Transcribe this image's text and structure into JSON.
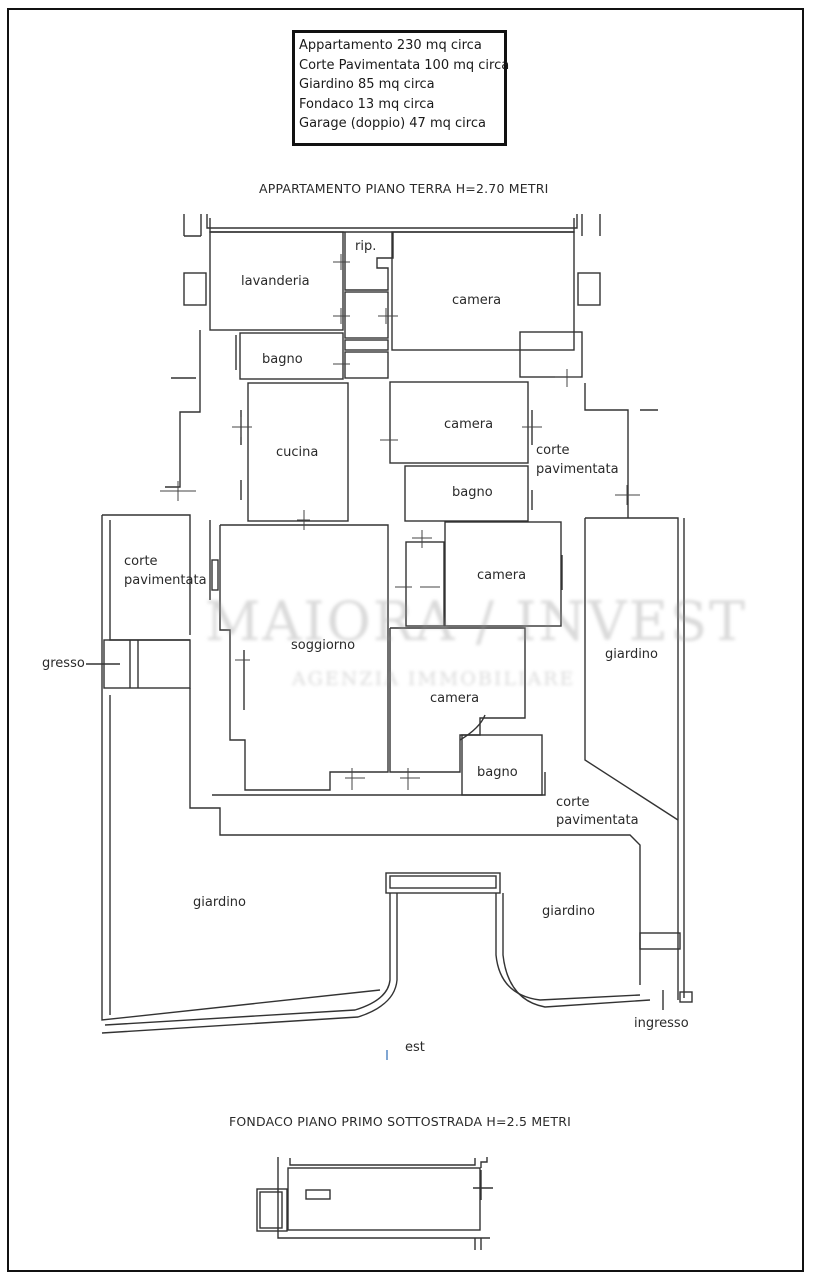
{
  "legend": {
    "items": [
      "Appartamento 230 mq circa",
      "Corte Pavimentata 100 mq circa",
      "Giardino 85 mq circa",
      "Fondaco 13 mq circa",
      "Garage (doppio) 47 mq circa"
    ]
  },
  "ground_floor": {
    "title": "APPARTAMENTO PIANO TERRA H=2.70 METRI",
    "rooms": {
      "lavanderia": "lavanderia",
      "rip": "rip.",
      "camera_1": "camera",
      "bagno_1": "bagno",
      "cucina": "cucina",
      "camera_2": "camera",
      "corte_right_1": "corte",
      "corte_right_2": "pavimentata",
      "bagno_2": "bagno",
      "corte_left_1": "corte",
      "corte_left_2": "pavimentata",
      "camera_3": "camera",
      "soggiorno": "soggiorno",
      "giardino_right": "giardino",
      "camera_4": "camera",
      "bagno_3": "bagno",
      "corte_bottom_1": "corte",
      "corte_bottom_2": "pavimentata",
      "giardino_left": "giardino",
      "giardino_center": "giardino",
      "ingresso_left": "gresso",
      "ingresso_right": "ingresso",
      "orientation": "est"
    }
  },
  "basement": {
    "title": "FONDACO PIANO PRIMO SOTTOSTRADA H=2.5 METRI"
  },
  "watermark": {
    "line1": "MAIORA / INVEST",
    "line2": "AGENZIA IMMOBILIARE"
  }
}
